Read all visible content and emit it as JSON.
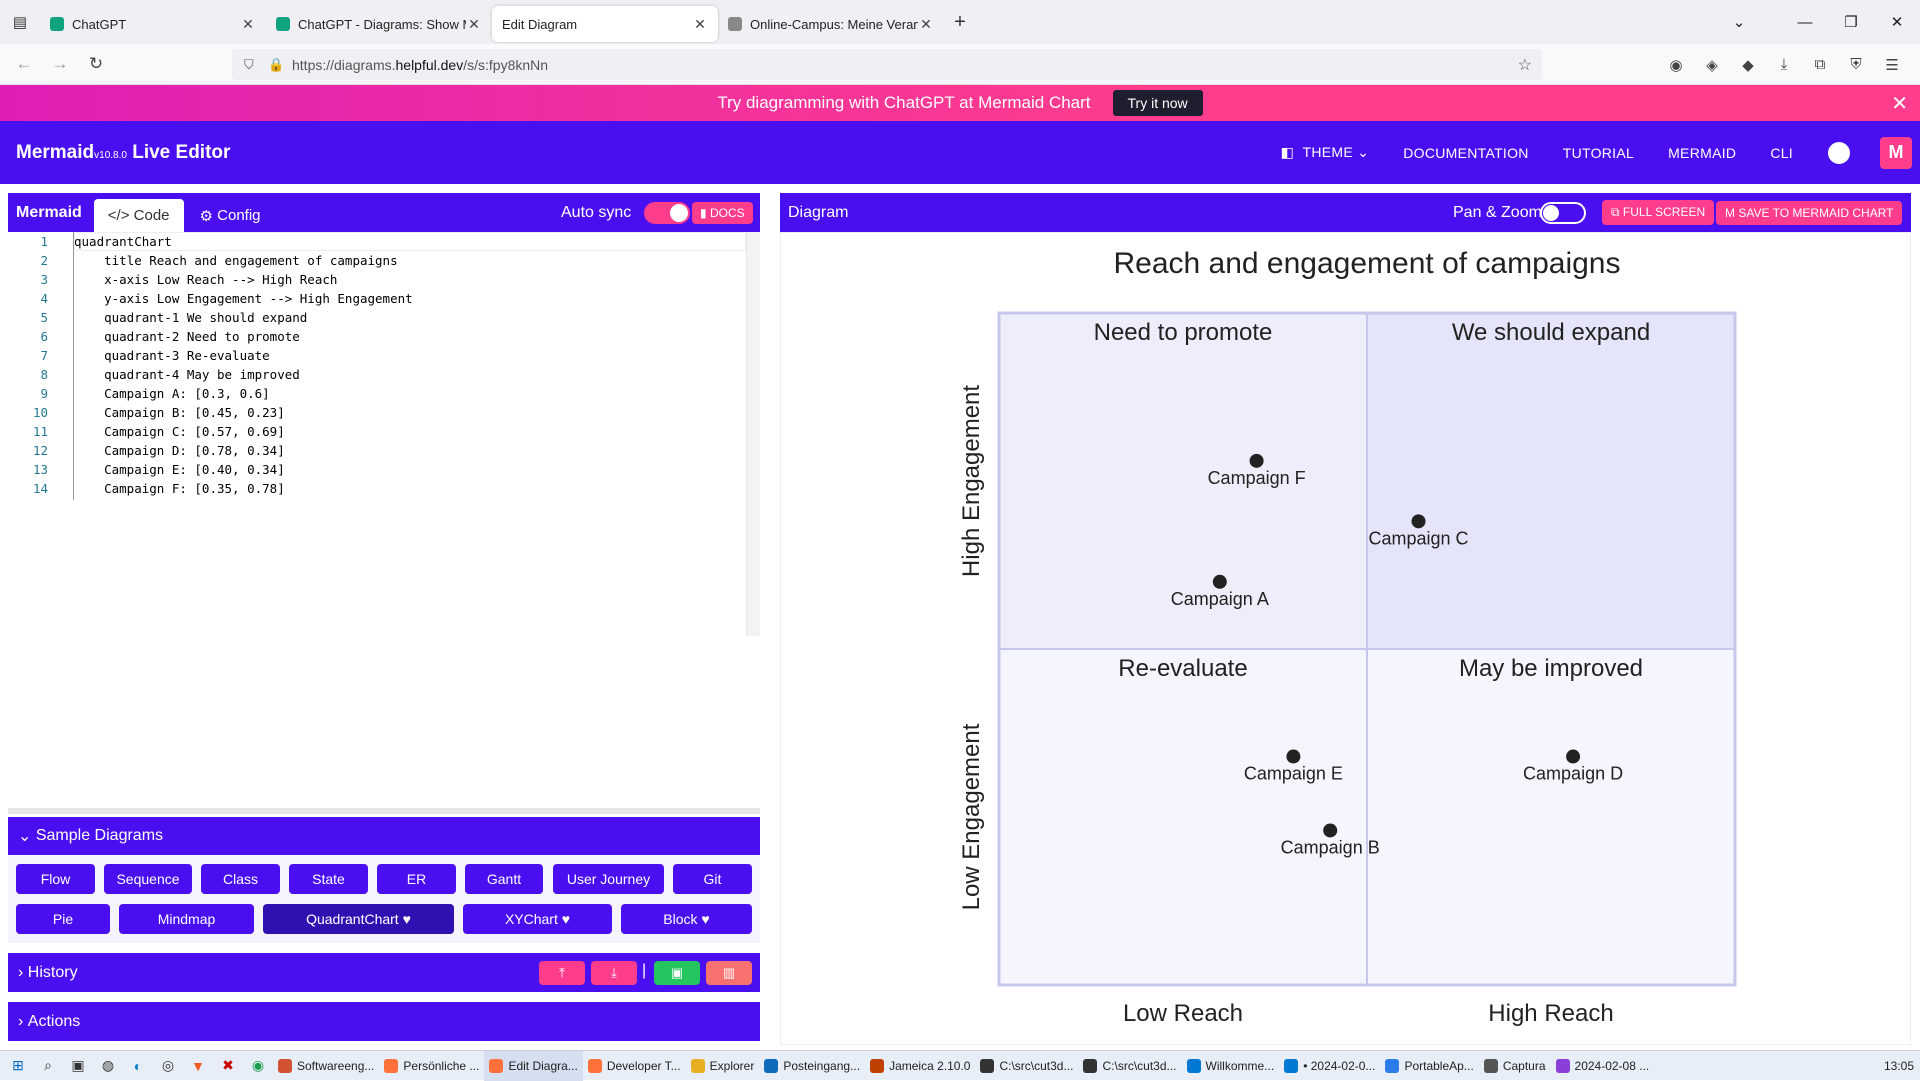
{
  "browser": {
    "tabs": [
      {
        "label": "ChatGPT",
        "color": "#10a37f"
      },
      {
        "label": "ChatGPT - Diagrams: Show Me",
        "color": "#10a37f"
      },
      {
        "label": "Edit Diagram",
        "color": "#ff3d8c"
      },
      {
        "label": "Online-Campus: Meine Veranst",
        "color": "#888888"
      }
    ],
    "url_prefix": "https://diagrams.",
    "url_domain": "helpful.dev",
    "url_path": "/s/s:fpy8knNn"
  },
  "banner": {
    "text": "Try diagramming with ChatGPT at Mermaid Chart",
    "button": "Try it now"
  },
  "header": {
    "brand": "Mermaid",
    "version": "v10.8.0",
    "brand_suffix": " Live Editor",
    "menu": [
      "THEME",
      "DOCUMENTATION",
      "TUTORIAL",
      "MERMAID",
      "CLI"
    ]
  },
  "editor_panel": {
    "title": "Mermaid",
    "tab_code": "Code",
    "tab_config": "Config",
    "autosync": "Auto sync",
    "docs": "DOCS",
    "lines": [
      "quadrantChart",
      "    title Reach and engagement of campaigns",
      "    x-axis Low Reach --> High Reach",
      "    y-axis Low Engagement --> High Engagement",
      "    quadrant-1 We should expand",
      "    quadrant-2 Need to promote",
      "    quadrant-3 Re-evaluate",
      "    quadrant-4 May be improved",
      "    Campaign A: [0.3, 0.6]",
      "    Campaign B: [0.45, 0.23]",
      "    Campaign C: [0.57, 0.69]",
      "    Campaign D: [0.78, 0.34]",
      "    Campaign E: [0.40, 0.34]",
      "    Campaign F: [0.35, 0.78]"
    ]
  },
  "samples": {
    "title": "Sample Diagrams",
    "buttons": [
      "Flow",
      "Sequence",
      "Class",
      "State",
      "ER",
      "Gantt",
      "User Journey",
      "Git",
      "Pie",
      "Mindmap",
      "QuadrantChart ♥",
      "XYChart ♥",
      "Block ♥"
    ]
  },
  "history": {
    "title": "History"
  },
  "actions": {
    "title": "Actions"
  },
  "diagram_panel": {
    "title": "Diagram",
    "panzoom": "Pan & Zoom",
    "fullscreen": "FULL SCREEN",
    "save": "SAVE TO MERMAID CHART"
  },
  "chart_data": {
    "type": "scatter",
    "title": "Reach and engagement of campaigns",
    "x_low": "Low Reach",
    "x_high": "High Reach",
    "y_low": "Low Engagement",
    "y_high": "High Engagement",
    "quadrants": {
      "q1": "We should expand",
      "q2": "Need to promote",
      "q3": "Re-evaluate",
      "q4": "May be improved"
    },
    "points": [
      {
        "label": "Campaign A",
        "x": 0.3,
        "y": 0.6
      },
      {
        "label": "Campaign B",
        "x": 0.45,
        "y": 0.23
      },
      {
        "label": "Campaign C",
        "x": 0.57,
        "y": 0.69
      },
      {
        "label": "Campaign D",
        "x": 0.78,
        "y": 0.34
      },
      {
        "label": "Campaign E",
        "x": 0.4,
        "y": 0.34
      },
      {
        "label": "Campaign F",
        "x": 0.35,
        "y": 0.78
      }
    ],
    "xlim": [
      0,
      1
    ],
    "ylim": [
      0,
      1
    ]
  },
  "taskbar": {
    "apps": [
      "Softwareeng...",
      "Persönliche ...",
      "Edit Diagra...",
      "Developer T...",
      "Explorer",
      "Posteingang...",
      "Jameica 2.10.0",
      "C:\\src\\cut3d...",
      "C:\\src\\cut3d...",
      "Willkomme...",
      "• 2024-02-0...",
      "PortableAp...",
      "Captura",
      "2024-02-08 ..."
    ],
    "time": "13:05"
  }
}
